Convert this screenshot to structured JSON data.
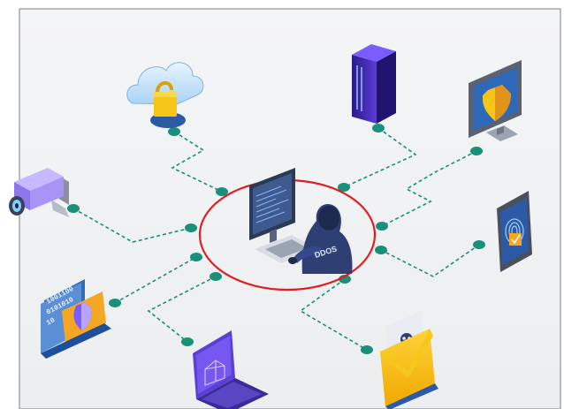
{
  "diagram": {
    "center": {
      "label": "DDOS",
      "ring_color": "#e11d24"
    },
    "connector_color": "#1a8f7a",
    "nodes": [
      {
        "name": "cloud-lock-icon"
      },
      {
        "name": "server-rack-icon"
      },
      {
        "name": "shield-monitor-icon"
      },
      {
        "name": "security-camera-icon"
      },
      {
        "name": "fingerprint-tablet-icon"
      },
      {
        "name": "binary-shield-document-icon"
      },
      {
        "name": "blueprint-laptop-icon"
      },
      {
        "name": "skull-email-icon"
      }
    ],
    "binary_text": [
      "1001100",
      "0101010",
      "10"
    ]
  }
}
